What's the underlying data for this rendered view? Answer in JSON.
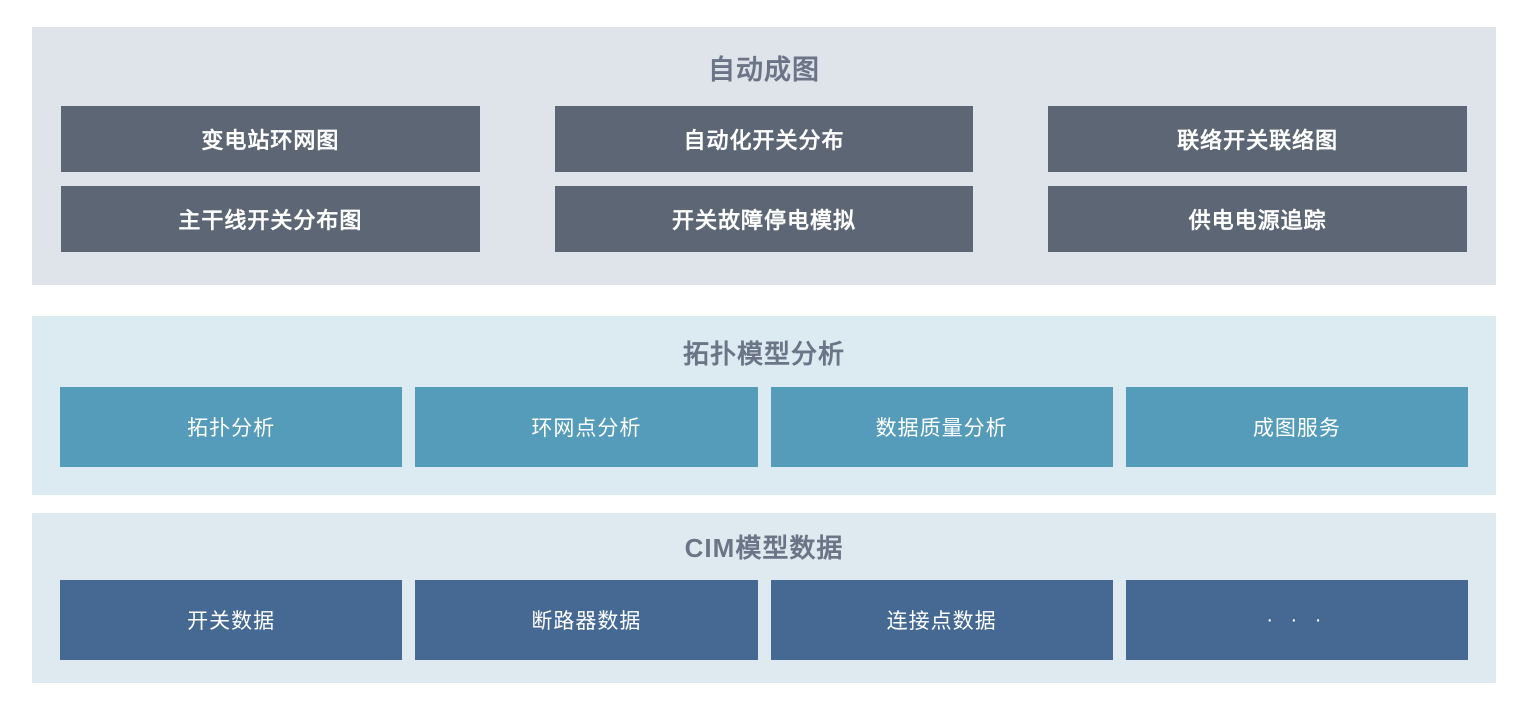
{
  "diagram": {
    "type": "layered-architecture",
    "layers": [
      {
        "id": "automap",
        "title": "自动成图",
        "background_color": "#dfe3ea",
        "tile_color": "#5d6674",
        "rows": [
          [
            {
              "label": "变电站环网图"
            },
            {
              "label": "自动化开关分布"
            },
            {
              "label": "联络开关联络图"
            }
          ],
          [
            {
              "label": "主干线开关分布图"
            },
            {
              "label": "开关故障停电模拟"
            },
            {
              "label": "供电电源追踪"
            }
          ]
        ]
      },
      {
        "id": "topology",
        "title": "拓扑模型分析",
        "background_color": "#dcebf1",
        "tile_color": "#549cba",
        "rows": [
          [
            {
              "label": "拓扑分析"
            },
            {
              "label": "环网点分析"
            },
            {
              "label": "数据质量分析"
            },
            {
              "label": "成图服务"
            }
          ]
        ]
      },
      {
        "id": "cim",
        "title": "CIM模型数据",
        "background_color": "#dfeaf0",
        "tile_color": "#456993",
        "rows": [
          [
            {
              "label": "开关数据"
            },
            {
              "label": "断路器数据"
            },
            {
              "label": "连接点数据"
            },
            {
              "label": "· · ·"
            }
          ]
        ]
      }
    ]
  }
}
